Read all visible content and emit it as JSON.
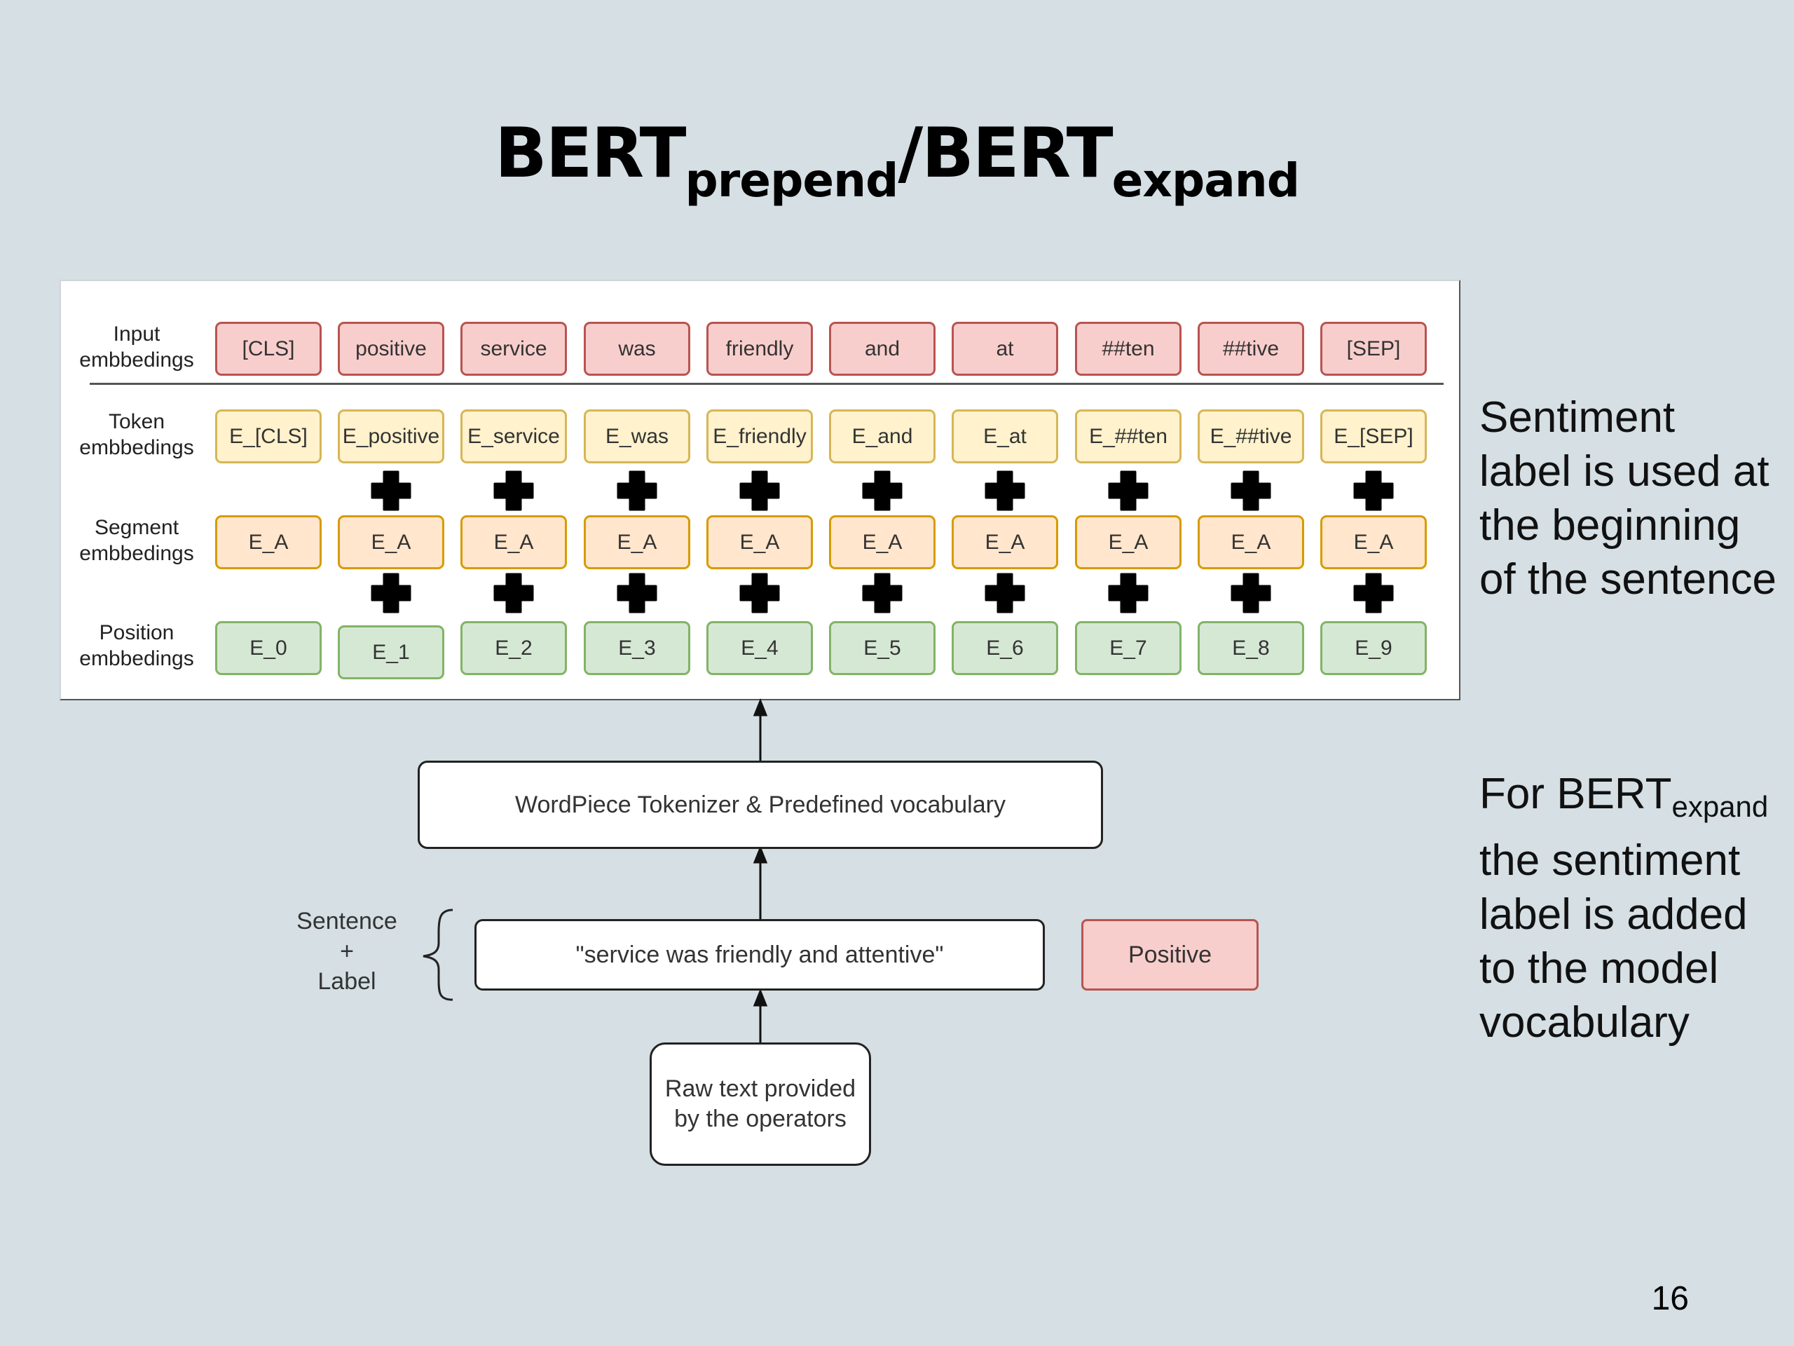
{
  "title": {
    "a": "BERT",
    "a_sub": "prepend",
    "sep": "/",
    "b": "BERT",
    "b_sub": "expand"
  },
  "row_labels": {
    "input": [
      "Input",
      "embbedings"
    ],
    "token": [
      "Token",
      "embbedings"
    ],
    "segment": [
      "Segment",
      "embbedings"
    ],
    "position": [
      "Position",
      "embbedings"
    ]
  },
  "input_tokens": [
    "[CLS]",
    "positive",
    "service",
    "was",
    "friendly",
    "and",
    "at",
    "##ten",
    "##tive",
    "[SEP]"
  ],
  "token_embeddings": [
    "E_[CLS]",
    "E_positive",
    "E_service",
    "E_was",
    "E_friendly",
    "E_and",
    "E_at",
    "E_##ten",
    "E_##tive",
    "E_[SEP]"
  ],
  "segment_embeddings": [
    "E_A",
    "E_A",
    "E_A",
    "E_A",
    "E_A",
    "E_A",
    "E_A",
    "E_A",
    "E_A",
    "E_A"
  ],
  "position_embeddings": [
    "E_0",
    "E_1",
    "E_2",
    "E_3",
    "E_4",
    "E_5",
    "E_6",
    "E_7",
    "E_8",
    "E_9"
  ],
  "tokenizer": "WordPiece Tokenizer & Predefined vocabulary",
  "sentence": "\"service was friendly and attentive\"",
  "label": "Positive",
  "sentence_label": [
    "Sentence",
    "+",
    "Label"
  ],
  "raw_text": [
    "Raw text provided",
    "by the operators"
  ],
  "side_note_1": [
    "Sentiment",
    "label is used at",
    "the beginning",
    "of the sentence"
  ],
  "side_note_2": {
    "prefix": "For BERT",
    "sub": "expand",
    "lines": [
      "the sentiment",
      "label is added",
      "to the model",
      "vocabulary"
    ]
  },
  "page_number": "16",
  "colors": {
    "background": "#d5dfe4",
    "input_fill": "#f8cecc",
    "input_stroke": "#b85450",
    "token_fill": "#fff2cc",
    "token_stroke": "#d6b656",
    "segment_fill": "#ffe6cc",
    "segment_stroke": "#d79b00",
    "position_fill": "#d5e8d4",
    "position_stroke": "#82b366"
  }
}
